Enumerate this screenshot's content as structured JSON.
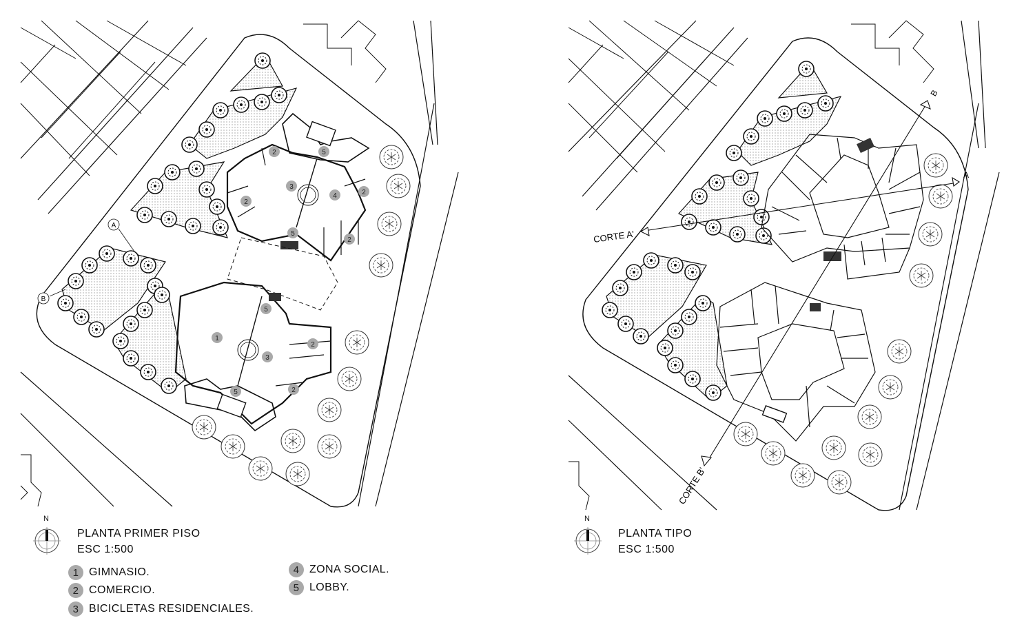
{
  "left_plan": {
    "title": "PLANTA PRIMER PISO",
    "scale": "ESC 1:500",
    "north": "N",
    "markers": [
      "A",
      "B"
    ],
    "room_numbers": [
      "1",
      "2",
      "3",
      "4",
      "5"
    ],
    "legend": [
      {
        "num": "1",
        "label": "GIMNASIO."
      },
      {
        "num": "2",
        "label": "COMERCIO."
      },
      {
        "num": "3",
        "label": "BICICLETAS RESIDENCIALES."
      },
      {
        "num": "4",
        "label": "ZONA SOCIAL."
      },
      {
        "num": "5",
        "label": "LOBBY."
      }
    ]
  },
  "right_plan": {
    "title": "PLANTA TIPO",
    "scale": "ESC 1:500",
    "north": "N",
    "sections": {
      "a_end": "A",
      "b_end": "B",
      "a_label": "CORTE A'",
      "b_label": "CORTE B'"
    }
  },
  "colors": {
    "line": "#111111",
    "fill_hatch": "#d9d9d9",
    "bubble": "#a9a9a9"
  }
}
